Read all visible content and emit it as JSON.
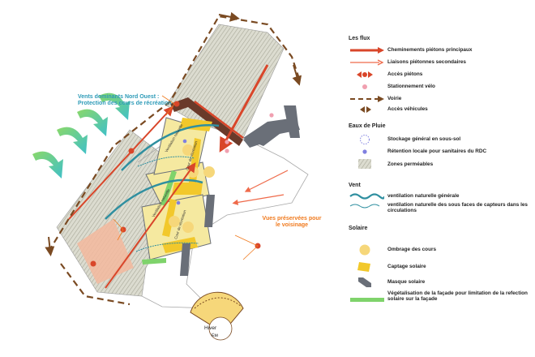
{
  "annotations": {
    "wind": "Vents dominants Nord Ouest : Protection des cours de récréation",
    "views": "Vues préservées pour le voisinage",
    "building_labels": [
      "Ventilation naturelle",
      "Ventilation naturelle",
      "Cour de récréation",
      "Cour de récréation"
    ],
    "sun_winter": "Hiver",
    "sun_summer": "Été"
  },
  "legend": {
    "flux": {
      "title": "Les flux",
      "items": [
        {
          "icon": "main-pedestrian-arrow-icon",
          "label": "Cheminements piétons principaux"
        },
        {
          "icon": "secondary-pedestrian-arrow-icon",
          "label": "Liaisons piétonnes secondaires"
        },
        {
          "icon": "pedestrian-access-icon",
          "label": "Accès piétons"
        },
        {
          "icon": "bike-parking-dot-icon",
          "label": "Stationnement vélo"
        },
        {
          "icon": "road-dashed-arrow-icon",
          "label": "Voirie"
        },
        {
          "icon": "vehicle-access-icon",
          "label": "Accès véhicules"
        }
      ]
    },
    "eaux": {
      "title": "Eaux de Pluie",
      "items": [
        {
          "icon": "underground-storage-circle-icon",
          "label": "Stockage général en sous-sol"
        },
        {
          "icon": "local-retention-dot-icon",
          "label": "Rétention locale pour sanitaires du RDC"
        },
        {
          "icon": "permeable-zone-hatch-icon",
          "label": "Zones perméables"
        }
      ]
    },
    "vent": {
      "title": "Vent",
      "items": [
        {
          "icon": "general-ventilation-wave-icon",
          "label": "ventilation naturelle générale"
        },
        {
          "icon": "underside-ventilation-wave-icon",
          "label": "ventilation naturelle des sous faces de capteurs dans les circulations"
        }
      ]
    },
    "solaire": {
      "title": "Solaire",
      "items": [
        {
          "icon": "courtyard-shade-circle-icon",
          "label": "Ombrage des cours"
        },
        {
          "icon": "solar-capture-square-icon",
          "label": "Captage solaire"
        },
        {
          "icon": "solar-mask-icon",
          "label": "Masque solaire"
        },
        {
          "icon": "facade-greening-bar-icon",
          "label": "Végétalisation de la façade pour limitation de la refection solaire sur la façade"
        }
      ]
    }
  },
  "colors": {
    "main_arrow": "#d9462a",
    "secondary_arrow": "#ef6a4a",
    "road": "#7a4a22",
    "teal_wind": "#2f8fa0",
    "wind_green": "#58c88a",
    "yellow": "#f2c82b",
    "shade": "#f6d77a",
    "hatch": "#bdbdae",
    "building": "#6a6f78",
    "orange_zone": "#f3b89e",
    "bike_dot": "#f0a0b0",
    "retention_dot": "#8080e0",
    "facade_green": "#7fd36b"
  }
}
